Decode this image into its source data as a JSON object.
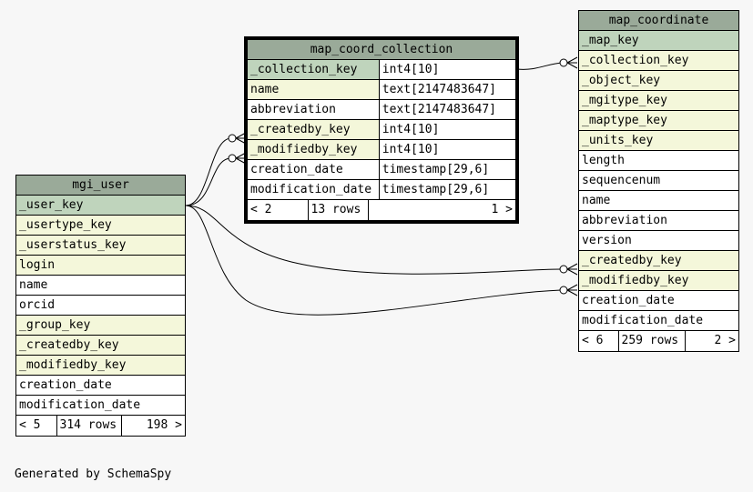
{
  "tables": {
    "map_coord_collection": {
      "name": "map_coord_collection",
      "columns": [
        {
          "name": "_collection_key",
          "type": "int4[10]",
          "kind": "pk"
        },
        {
          "name": "name",
          "type": "text[2147483647]",
          "kind": "fk"
        },
        {
          "name": "abbreviation",
          "type": "text[2147483647]",
          "kind": "col"
        },
        {
          "name": "_createdby_key",
          "type": "int4[10]",
          "kind": "fk"
        },
        {
          "name": "_modifiedby_key",
          "type": "int4[10]",
          "kind": "fk"
        },
        {
          "name": "creation_date",
          "type": "timestamp[29,6]",
          "kind": "col"
        },
        {
          "name": "modification_date",
          "type": "timestamp[29,6]",
          "kind": "col"
        }
      ],
      "footer": {
        "left": "< 2",
        "mid": "13 rows",
        "right": "1 >"
      }
    },
    "map_coordinate": {
      "name": "map_coordinate",
      "columns": [
        {
          "name": "_map_key",
          "kind": "pk"
        },
        {
          "name": "_collection_key",
          "kind": "fk"
        },
        {
          "name": "_object_key",
          "kind": "fk"
        },
        {
          "name": "_mgitype_key",
          "kind": "fk"
        },
        {
          "name": "_maptype_key",
          "kind": "fk"
        },
        {
          "name": "_units_key",
          "kind": "fk"
        },
        {
          "name": "length",
          "kind": "col"
        },
        {
          "name": "sequencenum",
          "kind": "col"
        },
        {
          "name": "name",
          "kind": "col"
        },
        {
          "name": "abbreviation",
          "kind": "col"
        },
        {
          "name": "version",
          "kind": "col"
        },
        {
          "name": "_createdby_key",
          "kind": "fk"
        },
        {
          "name": "_modifiedby_key",
          "kind": "fk"
        },
        {
          "name": "creation_date",
          "kind": "col"
        },
        {
          "name": "modification_date",
          "kind": "col"
        }
      ],
      "footer": {
        "left": "< 6",
        "mid": "259 rows",
        "right": "2 >"
      }
    },
    "mgi_user": {
      "name": "mgi_user",
      "columns": [
        {
          "name": "_user_key",
          "kind": "pk"
        },
        {
          "name": "_usertype_key",
          "kind": "fk"
        },
        {
          "name": "_userstatus_key",
          "kind": "fk"
        },
        {
          "name": "login",
          "kind": "fk"
        },
        {
          "name": "name",
          "kind": "col"
        },
        {
          "name": "orcid",
          "kind": "col"
        },
        {
          "name": "_group_key",
          "kind": "fk"
        },
        {
          "name": "_createdby_key",
          "kind": "fk"
        },
        {
          "name": "_modifiedby_key",
          "kind": "fk"
        },
        {
          "name": "creation_date",
          "kind": "col"
        },
        {
          "name": "modification_date",
          "kind": "col"
        }
      ],
      "footer": {
        "left": "< 5",
        "mid": "314 rows",
        "right": "198 >"
      }
    }
  },
  "generated_by": "Generated by SchemaSpy",
  "colors": {
    "header": "#9aaa99",
    "primary_key": "#bfd4bc",
    "foreign_key": "#f4f7da",
    "background": "#f7f7f7"
  }
}
